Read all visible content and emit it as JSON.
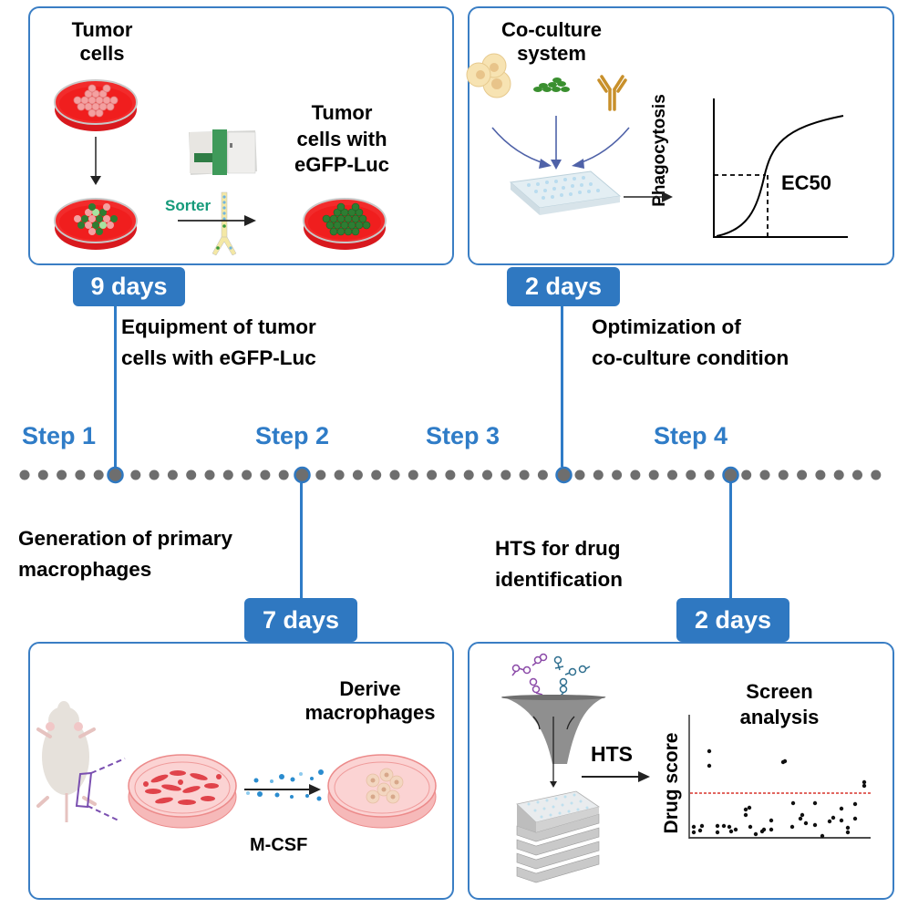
{
  "colors": {
    "accent_blue": "#2f78c1",
    "timeline_dot": "#6e6e6e",
    "panel_border": "#3a7ec4",
    "dish_red": "#f01e1e",
    "sorter_green": "#159a7a",
    "threshold_red": "#d9342b"
  },
  "steps": [
    {
      "label": "Step 1",
      "duration": "9 days",
      "description": [
        "Equipment of tumor",
        "cells with eGFP-Luc"
      ]
    },
    {
      "label": "Step 2",
      "duration": "7 days",
      "description": [
        "Generation of primary",
        "macrophages"
      ]
    },
    {
      "label": "Step 3",
      "duration": "2 days",
      "description": [
        "Optimization of",
        "co-culture condition"
      ]
    },
    {
      "label": "Step 4",
      "duration": "2 days",
      "description": [
        "HTS for drug",
        "identification"
      ]
    }
  ],
  "panel1": {
    "title_top": [
      "Tumor",
      "cells"
    ],
    "title_result": [
      "Tumor",
      "cells with",
      "eGFP-Luc"
    ],
    "sorter_label": "Sorter"
  },
  "panel2": {
    "title": [
      "Co-culture",
      "system"
    ],
    "chart_ylabel": "Phagocytosis",
    "chart_annotation": "EC50"
  },
  "panel3": {
    "title": [
      "Derive",
      "macrophages"
    ],
    "factor_label": "M-CSF"
  },
  "panel4": {
    "arrow_label": "HTS",
    "chart_title": [
      "Screen",
      "analysis"
    ],
    "chart_ylabel": "Drug score"
  },
  "icons": {
    "timeline": "dotted-timeline",
    "p1": [
      "petri-dish-tumor-cells",
      "down-arrow",
      "petri-dish-mixed-cells",
      "cell-sorter-machine",
      "sorter-channel",
      "right-arrow",
      "petri-dish-egfp-cells"
    ],
    "p2": [
      "macrophage-cells",
      "tumor-cells-green",
      "antibody",
      "curved-arrows",
      "well-plate",
      "right-arrow",
      "dose-response-curve"
    ],
    "p3": [
      "mouse",
      "bone-marrow-highlight",
      "petri-dish-bone-marrow",
      "m-csf-particles",
      "right-arrow",
      "petri-dish-macrophages"
    ],
    "p4": [
      "drug-molecules",
      "funnel",
      "well-plate-stack",
      "right-arrow",
      "scatter-plot"
    ]
  }
}
